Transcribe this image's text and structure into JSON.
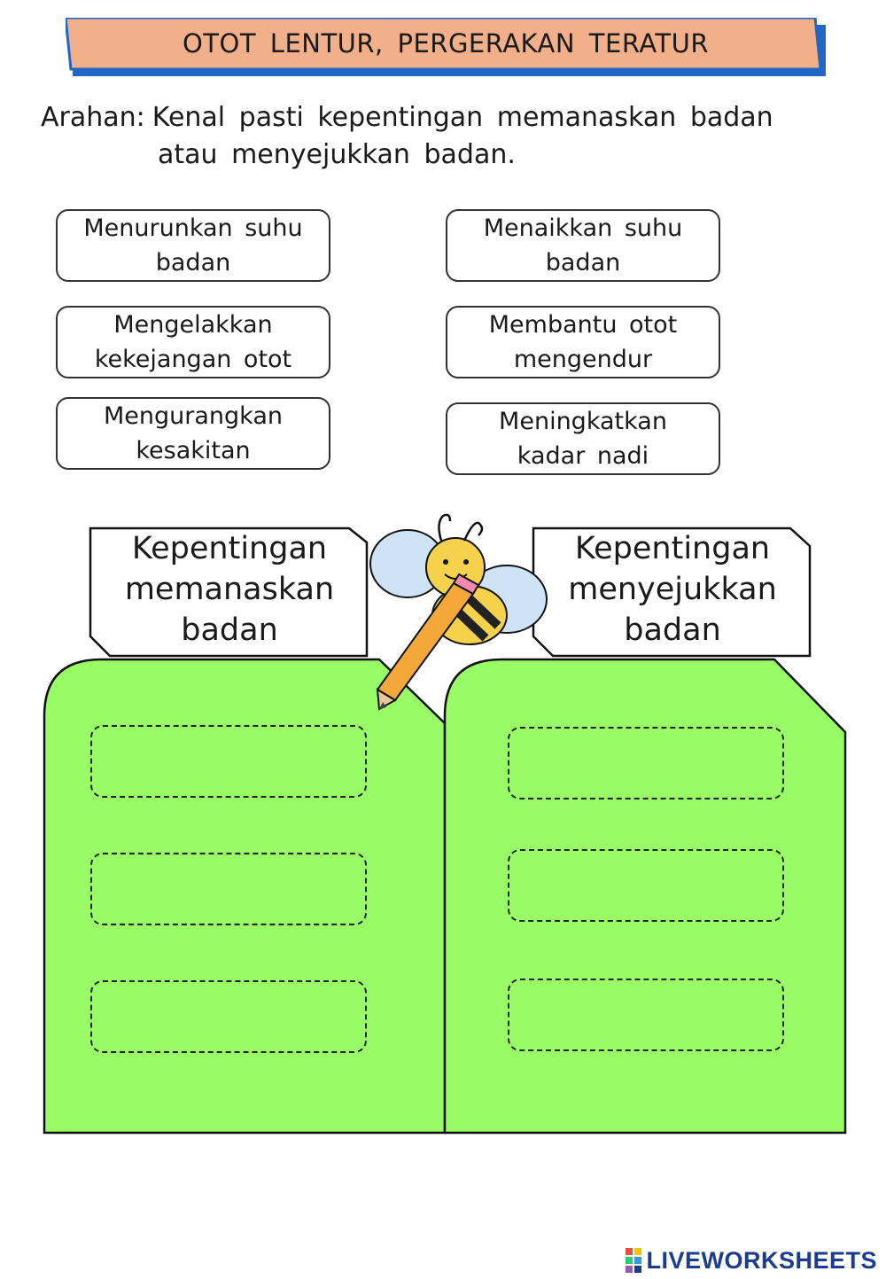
{
  "worksheet": {
    "title": "OTOT LENTUR, PERGERAKAN TERATUR",
    "instruction_label": "Arahan:",
    "instruction_line1": "Kenal pasti kepentingan memanaskan badan",
    "instruction_line2": "atau menyejukkan badan."
  },
  "options": [
    {
      "line1": "Menurunkan suhu",
      "line2": "badan"
    },
    {
      "line1": "Menaikkan suhu",
      "line2": "badan"
    },
    {
      "line1": "Mengelakkan",
      "line2": "kekejangan otot"
    },
    {
      "line1": "Membantu otot",
      "line2": "mengendur"
    },
    {
      "line1": "Mengurangkan",
      "line2": "kesakitan"
    },
    {
      "line1": "Meningkatkan",
      "line2": "kadar nadi"
    }
  ],
  "categories": [
    {
      "line1": "Kepentingan",
      "line2": "memanaskan",
      "line3": "badan"
    },
    {
      "line1": "Kepentingan",
      "line2": "menyejukkan",
      "line3": "badan"
    }
  ],
  "footer": {
    "brand": "LIVEWORKSHEETS"
  },
  "colors": {
    "banner_fill": "#f2b08a",
    "banner_border": "#2367c4",
    "folder_fill": "#99fc66",
    "brand_blue": "#1c3d8f"
  }
}
